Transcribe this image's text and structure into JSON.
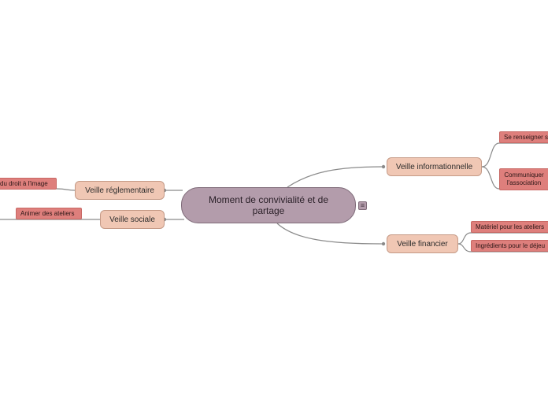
{
  "central": {
    "text": "Moment de convivialité et de partage",
    "menu_icon": "list-icon"
  },
  "branches": {
    "informationnelle": {
      "label": "Veille informationnelle",
      "children": [
        "Se renseigner s",
        "Communiquer l'association"
      ]
    },
    "financier": {
      "label": "Veille financier",
      "children": [
        "Matériel pour les ateliers",
        "Ingrédients pour le déjeu"
      ]
    },
    "reglementaire": {
      "label": "Veille réglementaire",
      "children": [
        "du droit à l'image"
      ]
    },
    "sociale": {
      "label": "Veille sociale",
      "children": [
        "Animer des ateliers"
      ]
    }
  },
  "colors": {
    "central_fill": "#b39cab",
    "main_fill": "#f0c7b4",
    "leaf_fill": "#de7f7c",
    "connector": "#8a8a8a"
  }
}
